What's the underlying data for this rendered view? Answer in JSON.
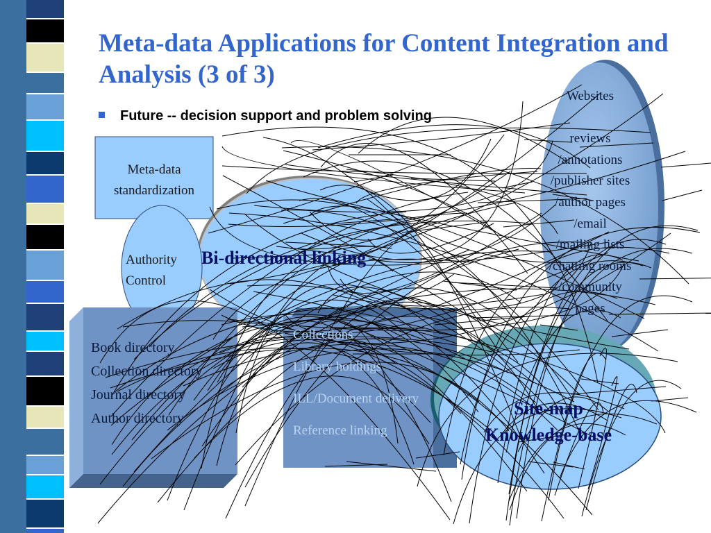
{
  "slide": {
    "title": "Meta-data Applications for Content Integration and Analysis (3 of 3)",
    "bullet": "Future -- decision support and problem solving"
  },
  "diagram": {
    "meta_box": [
      "Meta-data",
      "standardization"
    ],
    "authority": [
      "Authority",
      "Control"
    ],
    "bidirectional": "Bi-directional linking",
    "directories": [
      "Book directory",
      "Collection directory",
      "Journal directory",
      "Author directory"
    ],
    "collections": [
      "Collections",
      "Library holdings",
      "ILL/Document delivery",
      "Reference linking"
    ],
    "websites": [
      "Websites",
      "",
      "reviews",
      "/annotations",
      "/publisher sites",
      "/author pages",
      "/email",
      "/mailing lists",
      "/chatting rooms",
      "/community",
      "pages"
    ],
    "site_map": [
      "Site-map",
      "Knowledge-base"
    ]
  },
  "colors": {
    "title": "#3366cc",
    "light_blue_fill": "#99ccff",
    "steel_blue_fill": "#6f93c4",
    "dark_label": "#000e66"
  }
}
